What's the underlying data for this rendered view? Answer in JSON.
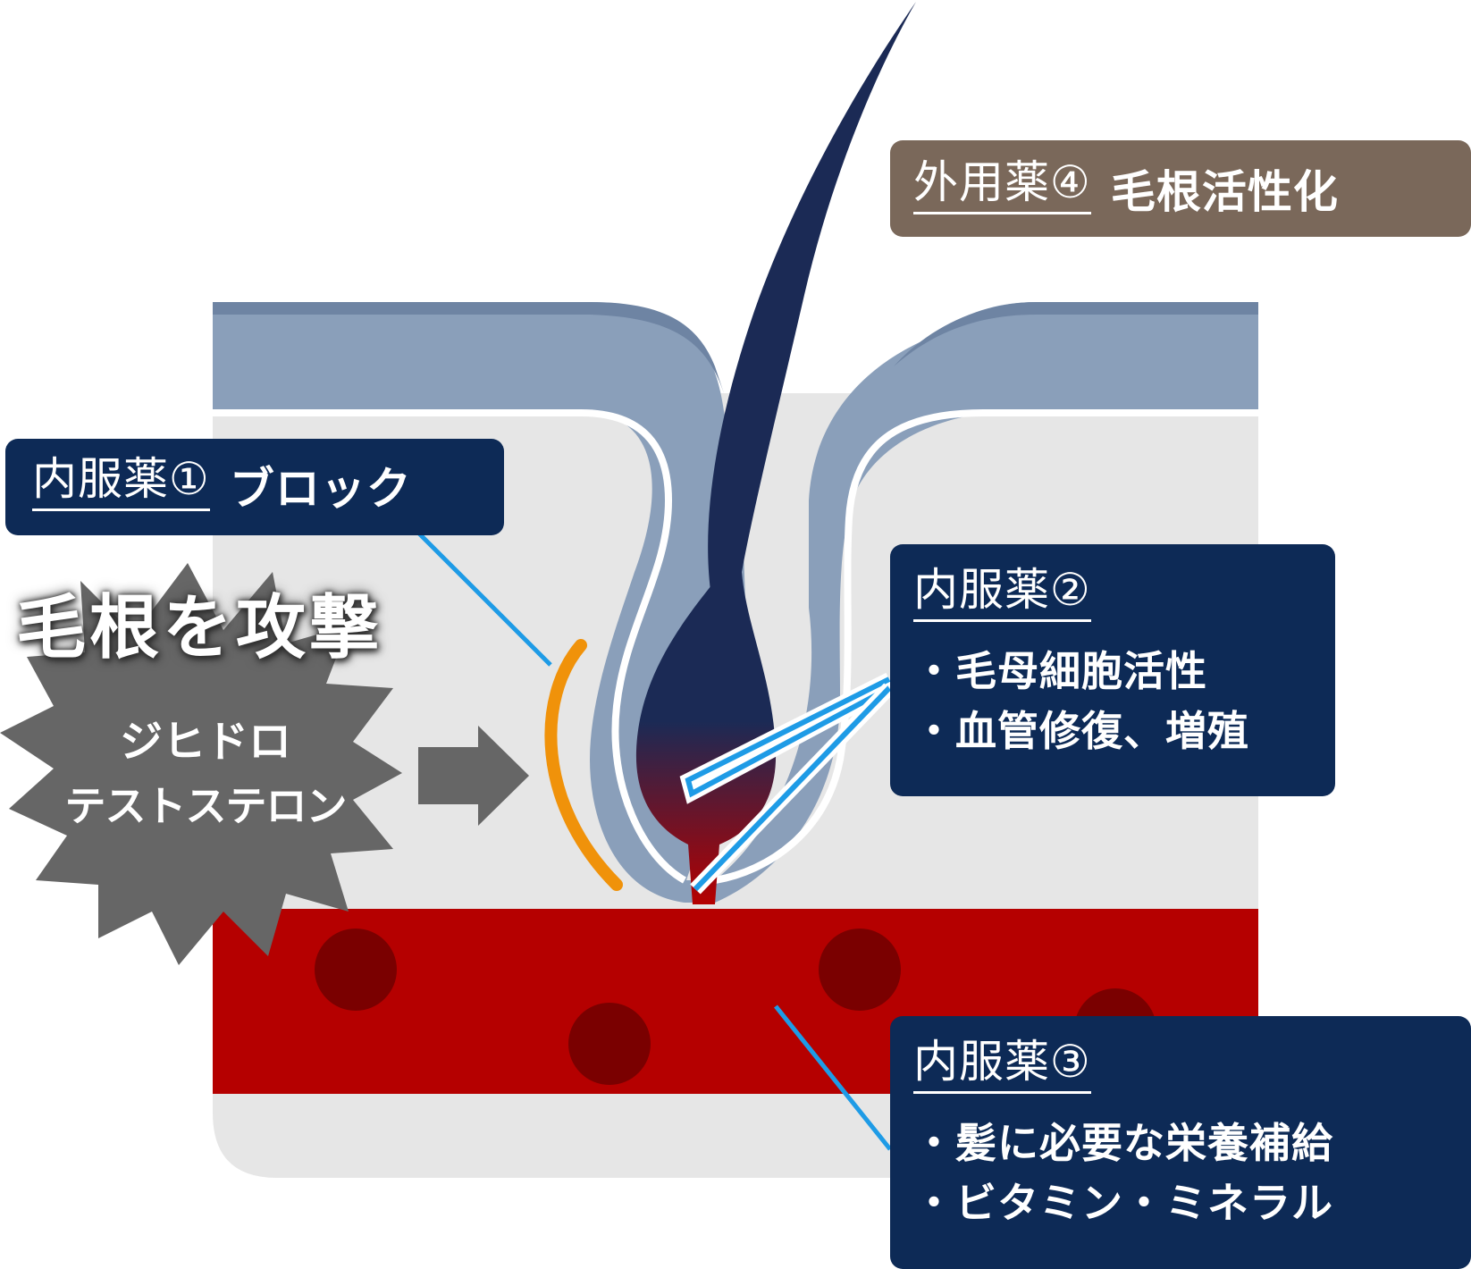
{
  "labels": {
    "oral1": {
      "head": "内服薬①",
      "text": "ブロック"
    },
    "oral2": {
      "head": "内服薬②",
      "items": [
        "・毛母細胞活性",
        "・血管修復、増殖"
      ]
    },
    "oral3": {
      "head": "内服薬③",
      "items": [
        "・髪に必要な栄養補給",
        "・ビタミン・ミネラル"
      ]
    },
    "topical4": {
      "head": "外用薬④",
      "text": "毛根活性化"
    }
  },
  "attack": {
    "caption": "毛根を攻撃",
    "hormone_line1": "ジヒドロ",
    "hormone_line2": "テストステロン"
  },
  "colors": {
    "navy": "#0d2a56",
    "brown": "#7a685a",
    "skin_blue": "#8a9fba",
    "tissue_gray": "#e6e6e6",
    "blood_red": "#b50000",
    "blood_dot": "#7a0000",
    "hair": "#1b2a55",
    "block_orange": "#f0920a",
    "callout_blue": "#1e9be6",
    "burst_gray": "#666666"
  }
}
